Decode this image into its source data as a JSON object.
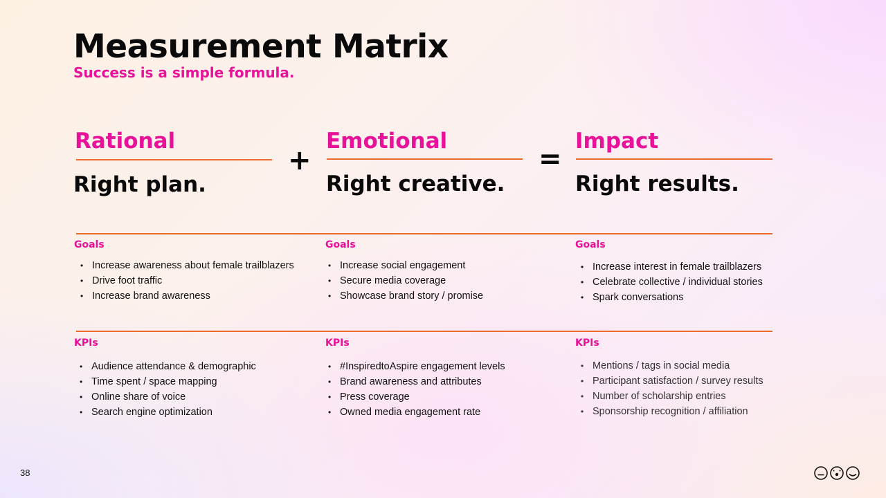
{
  "slide": {
    "title": "Measurement Matrix",
    "subtitle": "Success is a simple formula.",
    "page_number": "38"
  },
  "colors": {
    "accent_pink": "#e8119a",
    "rule_orange": "#ec6a2a",
    "text_dark": "#0a0a0a"
  },
  "formula": {
    "plus": "+",
    "equals": "=",
    "columns": [
      {
        "heading": "Rational",
        "tagline": "Right plan.",
        "goals_label": "Goals",
        "goals": [
          "Increase awareness about female trailblazers",
          "Drive foot traffic",
          "Increase brand awareness"
        ],
        "kpis_label": "KPIs",
        "kpis": [
          "Audience attendance & demographic",
          "Time spent / space mapping",
          "Online share of voice",
          "Search engine optimization"
        ]
      },
      {
        "heading": "Emotional",
        "tagline": "Right creative.",
        "goals_label": "Goals",
        "goals": [
          "Increase social engagement",
          "Secure media coverage",
          "Showcase brand story / promise"
        ],
        "kpis_label": "KPIs",
        "kpis": [
          "#InspiredtoAspire engagement levels",
          "Brand awareness and attributes",
          "Press coverage",
          "Owned media engagement rate"
        ]
      },
      {
        "heading": "Impact",
        "tagline": "Right results.",
        "goals_label": "Goals",
        "goals": [
          "Increase interest in female trailblazers",
          "Celebrate collective / individual stories",
          "Spark conversations"
        ],
        "kpis_label": "KPIs",
        "kpis": [
          "Mentions / tags in social media",
          "Participant satisfaction / survey results",
          "Number of scholarship entries",
          "Sponsorship recognition / affiliation"
        ]
      }
    ]
  },
  "logo": {
    "icon": "three-faces-logo-icon"
  }
}
